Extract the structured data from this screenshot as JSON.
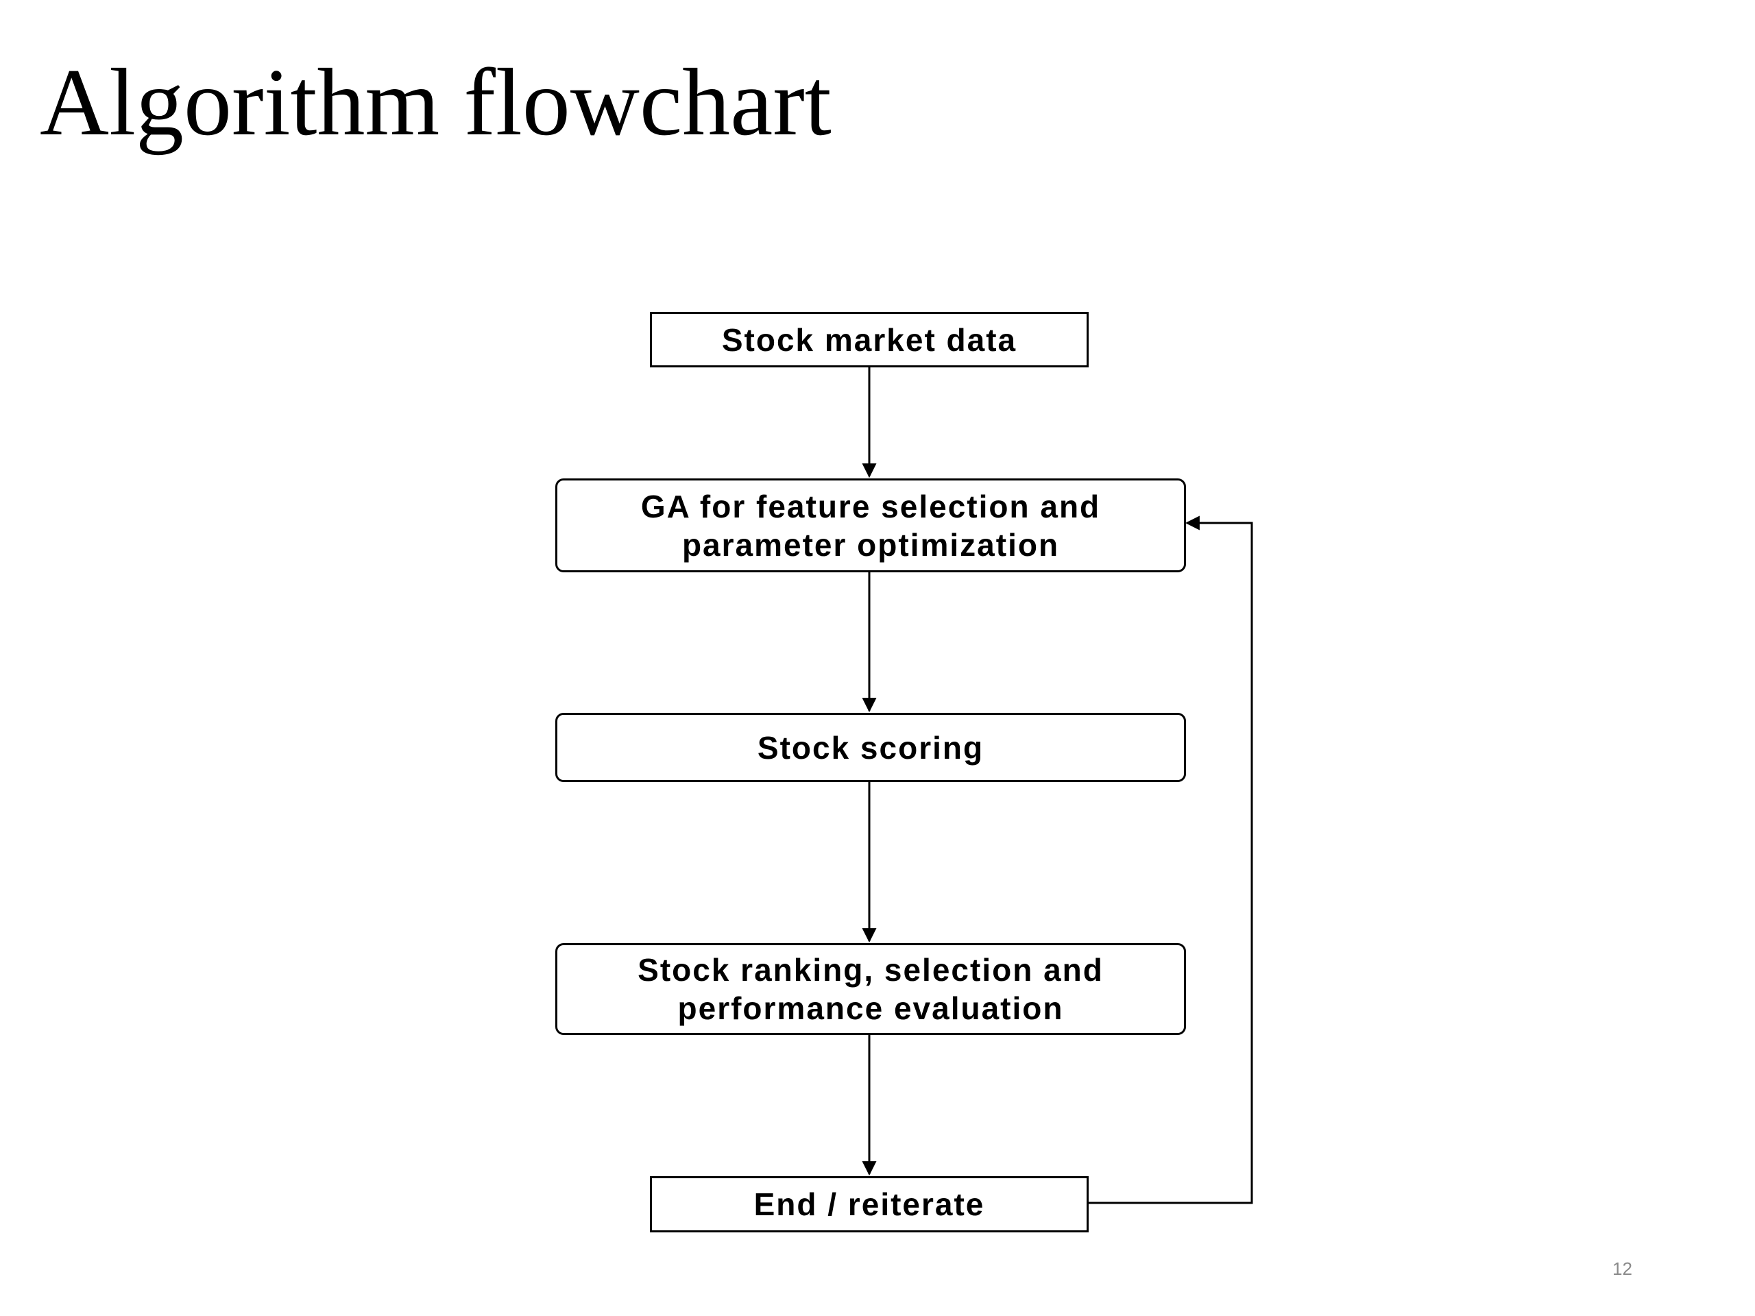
{
  "slide": {
    "title": "Algorithm flowchart",
    "page_number": "12"
  },
  "flowchart": {
    "nodes": [
      {
        "id": "data",
        "label": "Stock market data",
        "shape": "rectangle"
      },
      {
        "id": "ga",
        "label": "GA for  feature selection and\nparameter optimization",
        "shape": "rounded-rectangle"
      },
      {
        "id": "scoring",
        "label": "Stock scoring",
        "shape": "rounded-rectangle"
      },
      {
        "id": "ranking",
        "label": "Stock ranking, selection and\nperformance evaluation",
        "shape": "rounded-rectangle"
      },
      {
        "id": "end",
        "label": "End / reiterate",
        "shape": "rectangle"
      }
    ],
    "edges": [
      {
        "from": "data",
        "to": "ga"
      },
      {
        "from": "ga",
        "to": "scoring"
      },
      {
        "from": "scoring",
        "to": "ranking"
      },
      {
        "from": "ranking",
        "to": "end"
      },
      {
        "from": "end",
        "to": "ga",
        "route": "feedback-loop-right"
      }
    ]
  },
  "colors": {
    "stroke": "#000000",
    "background": "#ffffff",
    "page_number": "#8a8a8a"
  }
}
